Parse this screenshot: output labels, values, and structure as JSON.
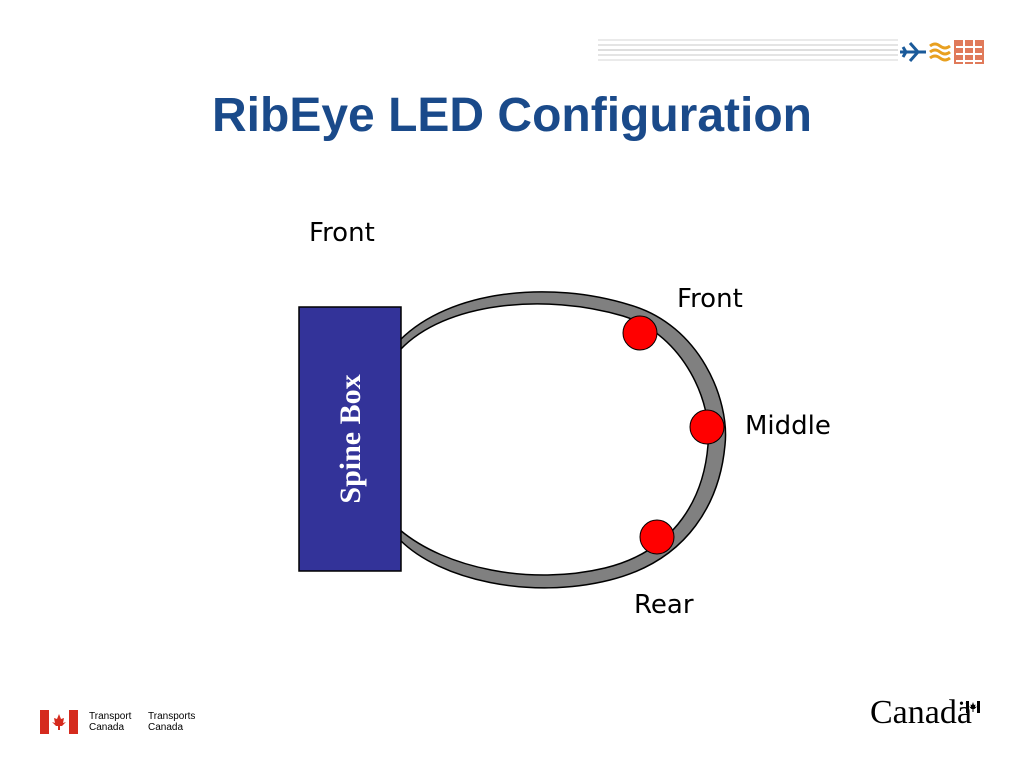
{
  "slide": {
    "title": "RibEye LED Configuration"
  },
  "diagram": {
    "spine_box_label": "Spine Box",
    "top_front_label": "Front",
    "leds": [
      {
        "label": "Front"
      },
      {
        "label": "Middle"
      },
      {
        "label": "Rear"
      }
    ]
  },
  "footer": {
    "department_en_line1": "Transport",
    "department_en_line2": "Canada",
    "department_fr_line1": "Transports",
    "department_fr_line2": "Canada",
    "wordmark": "Canadä"
  },
  "colors": {
    "title": "#1a4a8a",
    "spine_box_fill": "#333399",
    "ring": "#808080",
    "led": "#ff0000",
    "flag_red": "#d52b1e"
  }
}
